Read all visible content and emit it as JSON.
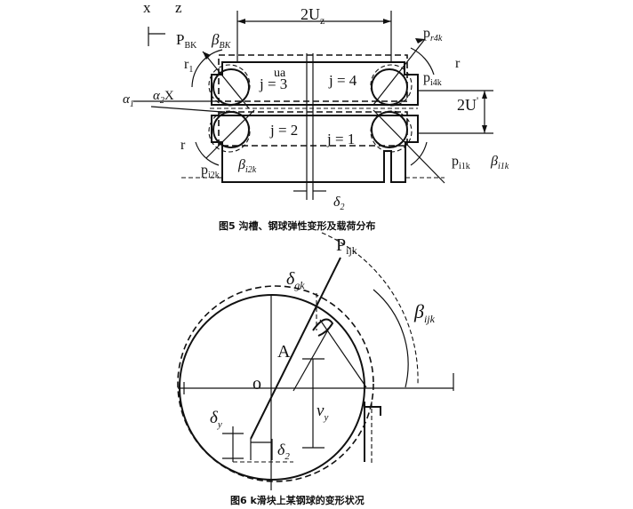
{
  "figure5": {
    "caption": "图5   沟槽、钢球弹性变形及载荷分布",
    "axes": {
      "x": "x",
      "z": "z"
    },
    "dims": {
      "top_width": "2U",
      "top_width_sub": "z",
      "right_height": "2U",
      "right_height_sup": "'"
    },
    "labels": {
      "p_bk": "P",
      "p_bk_sub": "BK",
      "beta_bk": "β",
      "beta_bk_sub": "BK",
      "r1": "r",
      "r1_sub": "1",
      "r_left": "r",
      "r_right": "r",
      "p_r4k": "p",
      "p_r4k_sub": "r4k",
      "p_i4k": "p",
      "p_i4k_sub": "i4k",
      "p_i2k": "p",
      "p_i2k_sub": "i2k",
      "beta_i2k": "β",
      "beta_i2k_sub": "i2k",
      "p_i1k": "p",
      "p_i1k_sub": "i1k",
      "beta_i1k": "β",
      "beta_i1k_sub": "i1k",
      "ua": "ua",
      "alpha1": "α",
      "alpha1_sub": "1",
      "alpha2x": "α",
      "alpha2x_sub": "2",
      "alpha2x_tail": "X",
      "delta2": "δ",
      "delta2_sub": "2",
      "j1": "j = 1",
      "j2": "j = 2",
      "j3": "j = 3",
      "j4": "j = 4"
    }
  },
  "figure6": {
    "caption": "图6   k滑块上某钢球的变形状况",
    "labels": {
      "p_ijk": "P",
      "p_ijk_sub": "ijk",
      "delta_gk": "δ",
      "delta_gk_sub": "gk",
      "beta_ijk": "β",
      "beta_ijk_sub": "ijk",
      "point_a": "A",
      "point_o": "o",
      "delta_y": "δ",
      "delta_y_sub": "y",
      "v_y": "v",
      "v_y_sub": "y",
      "delta2": "δ",
      "delta2_sub": "2"
    }
  }
}
